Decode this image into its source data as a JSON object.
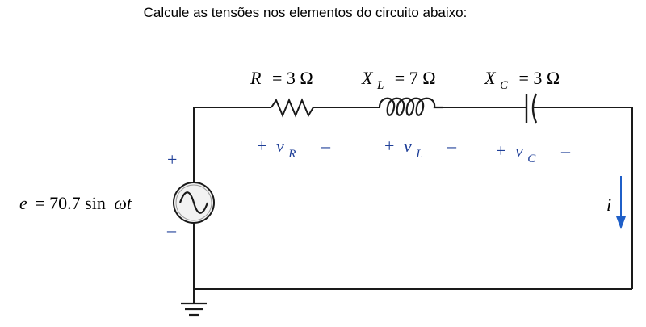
{
  "prompt": "Calcule as tensões nos elementos do circuito abaixo:",
  "source": {
    "label_lhs": "e",
    "label_rhs": "= 70.7 sin",
    "label_omega_t": "ωt",
    "plus": "+",
    "minus": "–"
  },
  "resistor": {
    "sym": "R",
    "value": "= 3 Ω",
    "v_plus": "+",
    "v_sym": "v",
    "v_sub": "R",
    "v_minus": "–"
  },
  "inductor": {
    "sym": "X",
    "sub": "L",
    "value": "= 7 Ω",
    "v_plus": "+",
    "v_sym": "v",
    "v_sub": "L",
    "v_minus": "–"
  },
  "capacitor": {
    "sym": "X",
    "sub": "C",
    "value": "= 3 Ω",
    "v_plus": "+",
    "v_sym": "v",
    "v_sub": "C",
    "v_minus": "–"
  },
  "current": {
    "sym": "i"
  },
  "colors": {
    "wire": "#1a1a1a",
    "voltage_labels": "#1f3f98",
    "current_arrow": "#1f5fc8"
  }
}
